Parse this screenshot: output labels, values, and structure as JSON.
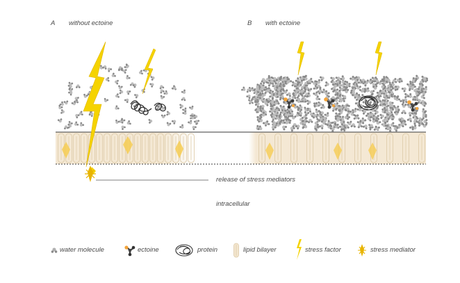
{
  "panels": {
    "a": {
      "letter": "A",
      "title": "without ectoine"
    },
    "b": {
      "letter": "B",
      "title": "with ectoine"
    }
  },
  "annotations": {
    "release": "release of stress mediators",
    "intracellular": "intracellular"
  },
  "legend": [
    {
      "key": "water",
      "label": "water molecule",
      "icon": "water-molecule-icon"
    },
    {
      "key": "ectoine",
      "label": "ectoine",
      "icon": "ectoine-icon"
    },
    {
      "key": "protein",
      "label": "protein",
      "icon": "protein-icon"
    },
    {
      "key": "lipid",
      "label": "lipid bilayer",
      "icon": "lipid-bilayer-icon"
    },
    {
      "key": "stress_factor",
      "label": "stress factor",
      "icon": "lightning-bolt-icon"
    },
    {
      "key": "stress_mediator",
      "label": "stress mediator",
      "icon": "stress-mediator-icon"
    }
  ],
  "colors": {
    "bolt": "#f5d300",
    "bolt_dark": "#e0b400",
    "water": "#bdbdbd",
    "water_dark": "#8a8a8a",
    "ectoine_dark": "#3a3a3a",
    "ectoine_orange": "#f2a33a",
    "membrane": "#f3e6cf",
    "membrane_line": "#dcc9a6",
    "mediator": "#f6cc52",
    "text": "#4a4a4a"
  }
}
